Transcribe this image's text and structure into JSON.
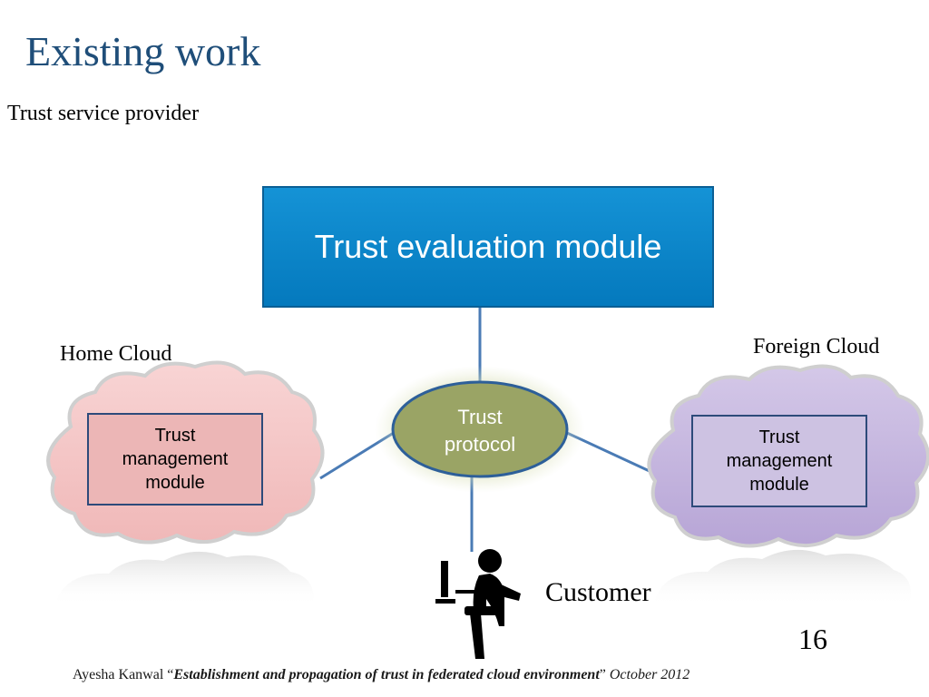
{
  "slide": {
    "title": "Existing work",
    "subtitle": "Trust service provider",
    "page_number": "16"
  },
  "diagram": {
    "evaluation_module": "Trust evaluation module",
    "protocol_line1": "Trust",
    "protocol_line2": "protocol",
    "home_cloud_label": "Home Cloud",
    "foreign_cloud_label": "Foreign Cloud",
    "home_tm_line1": "Trust",
    "home_tm_line2": "management",
    "home_tm_line3": "module",
    "foreign_tm_line1": "Trust",
    "foreign_tm_line2": "management",
    "foreign_tm_line3": "module",
    "customer_label": "Customer"
  },
  "footer": {
    "author": "Ayesha Kanwal “",
    "paper_title": "Establishment and propagation of trust in federated cloud environment",
    "close_quote": "” ",
    "date": "October 2012"
  },
  "colors": {
    "title": "#1f4e79",
    "evaluation_box": "#0a86cc",
    "protocol_ellipse": "#9aa465",
    "home_cloud": "#f4c3c3",
    "foreign_cloud": "#c3b3dc",
    "connector": "#4a7bb5"
  },
  "icons": {
    "customer": "person-at-computer-icon"
  }
}
